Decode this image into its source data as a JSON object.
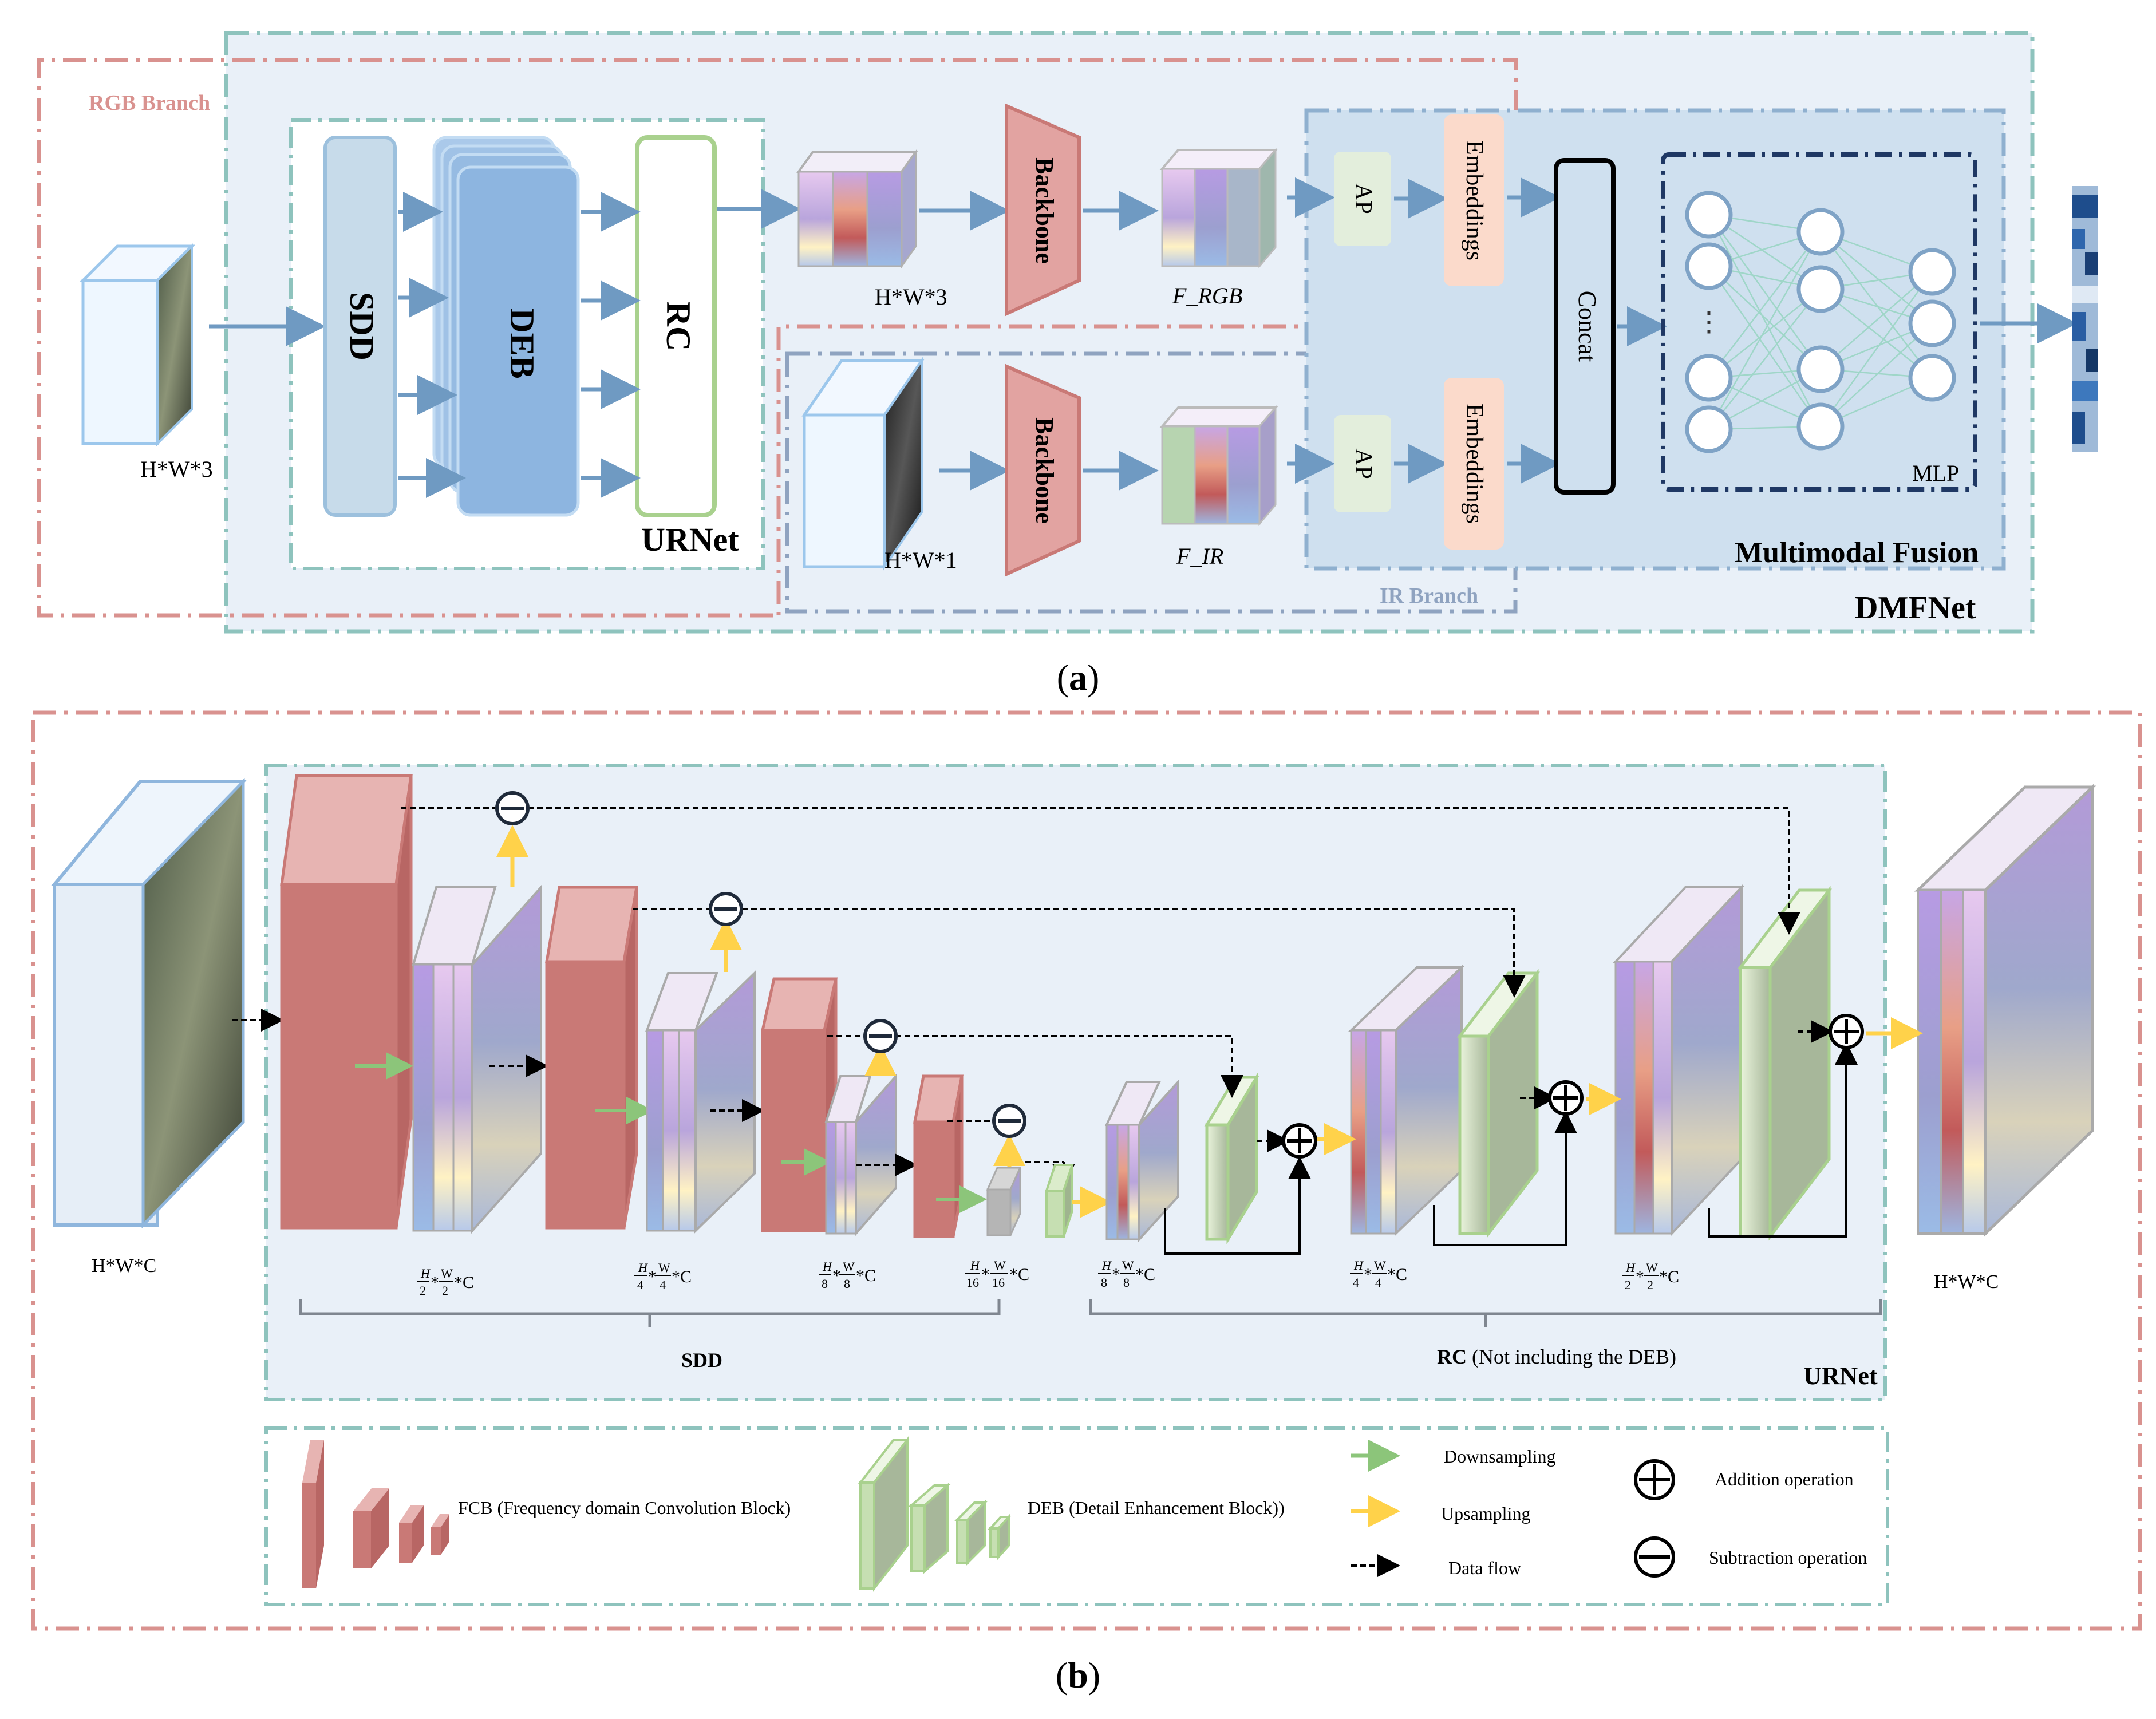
{
  "panel_a": {
    "caption": "a",
    "rgb_branch": "RGB Branch",
    "ir_branch": "IR Branch",
    "dmfnet": "DMFNet",
    "urnet": "URNet",
    "multimodal_fusion": "Multimodal Fusion",
    "sdd": "SDD",
    "deb": "DEB",
    "rc": "RC",
    "backbone": "Backbone",
    "ap": "AP",
    "embeddings": "Embeddings",
    "concat": "Concat",
    "mlp": "MLP",
    "input_rgb_dim": "H*W*3",
    "rc_out_dim": "H*W*3",
    "input_ir_dim": "H*W*1",
    "f_rgb": "F_RGB",
    "f_ir": "F_IR",
    "mlp_ellipsis": "⋮"
  },
  "panel_b": {
    "caption": "b",
    "urnet": "URNet",
    "in_dim": "H*W*C",
    "out_dim": "H*W*C",
    "sdd": "SDD",
    "rc": "RC",
    "rc_note": "(Not including the DEB)",
    "dims": [
      {
        "h": "H",
        "hd": "2",
        "w": "W",
        "wd": "2",
        "c": "*C"
      },
      {
        "h": "H",
        "hd": "4",
        "w": "W",
        "wd": "4",
        "c": "*C"
      },
      {
        "h": "H",
        "hd": "8",
        "w": "W",
        "wd": "8",
        "c": "*C"
      },
      {
        "h": "H",
        "hd": "16",
        "w": "W",
        "wd": "16",
        "c": "*C"
      },
      {
        "h": "H",
        "hd": "8",
        "w": "W",
        "wd": "8",
        "c": "*C"
      },
      {
        "h": "H",
        "hd": "4",
        "w": "W",
        "wd": "4",
        "c": "*C"
      },
      {
        "h": "H",
        "hd": "2",
        "w": "W",
        "wd": "2",
        "c": "*C"
      }
    ],
    "legend": {
      "fcb": "FCB (Frequency domain Convolution Block)",
      "deb": "DEB (Detail Enhancement Block))",
      "downsampling": "Downsampling",
      "upsampling": "Upsampling",
      "data_flow": "Data flow",
      "addition": "Addition operation",
      "subtraction": "Subtraction operation"
    }
  },
  "colors": {
    "pink_dash": "#d9928f",
    "teal_dash": "#8ec3bd",
    "panel_bg": "#e9f0f8",
    "fcb": "#c97976",
    "deb_green": "#a9d18e",
    "arrow_blue": "#6f9ac2",
    "arrow_green": "#8cc57a",
    "arrow_yellow": "#ffd24a",
    "navy": "#1f3864"
  }
}
